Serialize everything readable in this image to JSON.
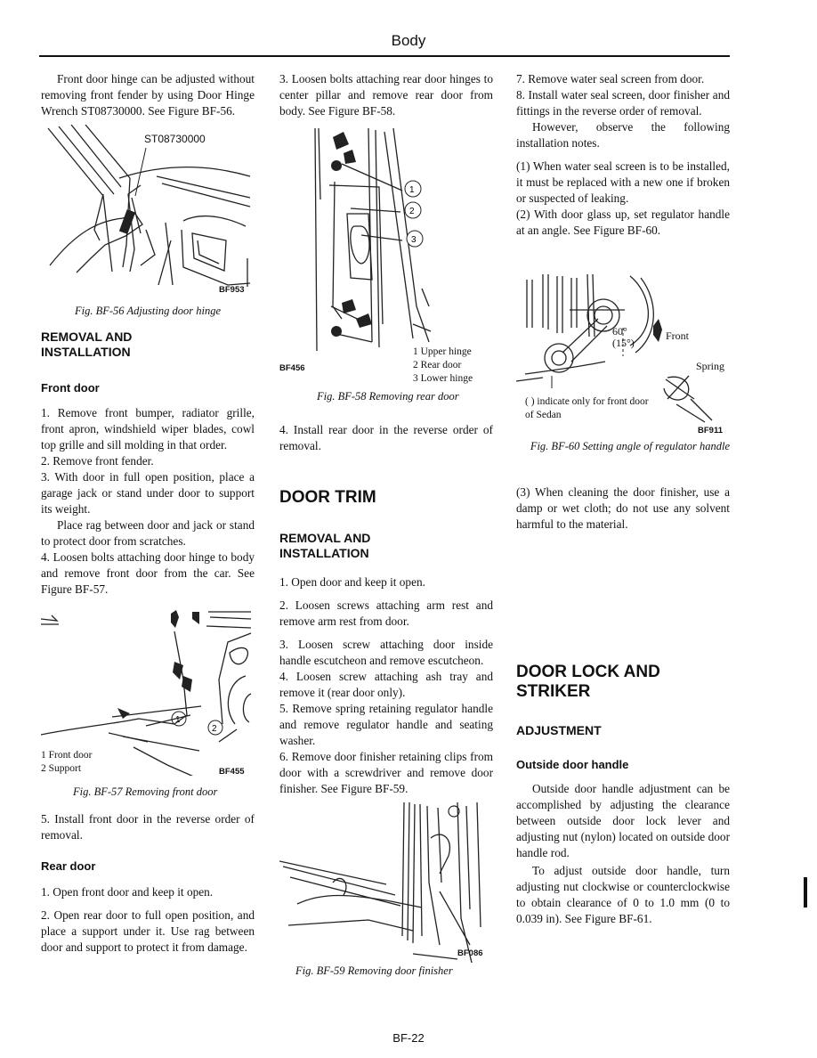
{
  "header": {
    "title": "Body",
    "page_number": "BF-22"
  },
  "col1": {
    "p1": "Front door hinge can be adjusted without removing front fender by using Door Hinge Wrench ST08730000. See Figure BF-56.",
    "fig56": {
      "tool_label": "ST08730000",
      "code": "BF953",
      "caption": "Fig. BF-56 Adjusting door hinge"
    },
    "heading": "REMOVAL AND INSTALLATION",
    "subheading": "Front door",
    "s1": "1. Remove front bumper, radiator grille, front apron, windshield wiper blades, cowl top grille and sill molding in that order.",
    "s2": "2. Remove front fender.",
    "s3": "3. With door in full open position, place a garage jack or stand under door to support its weight.",
    "s3b": "Place rag between door and jack or stand to protect door from scratches.",
    "s4": "4. Loosen bolts attaching door hinge to body and remove front door from the car. See Figure BF-57.",
    "fig57": {
      "legend1": "1 Front door",
      "legend2": "2 Support",
      "code": "BF455",
      "caption": "Fig. BF-57 Removing front door"
    },
    "s5": "5. Install front door in the reverse order of removal.",
    "subheading2": "Rear door",
    "r1": "1. Open front door and keep it open.",
    "r2": "2. Open rear door to full open position, and place a support under it. Use rag between door and support to protect it from damage."
  },
  "col2": {
    "s3": "3. Loosen bolts attaching rear door hinges to center pillar and remove rear door from body. See Figure BF-58.",
    "fig58": {
      "legend1": "1 Upper hinge",
      "legend2": "2 Rear door",
      "legend3": "3 Lower hinge",
      "code": "BF456",
      "caption": "Fig. BF-58 Removing rear door"
    },
    "s4": "4. Install rear door in the reverse order of removal.",
    "heading": "DOOR TRIM",
    "subheading": "REMOVAL AND INSTALLATION",
    "t1": "1. Open door and keep it open.",
    "t2": "2. Loosen screws attaching arm rest and remove arm rest from door.",
    "t3": "3. Loosen screw attaching door inside handle escutcheon and remove escutcheon.",
    "t4": "4. Loosen screw attaching ash tray and remove it (rear door only).",
    "t5": "5. Remove spring retaining regulator handle and remove regulator handle and seating washer.",
    "t6": "6. Remove door finisher retaining clips from door with a screwdriver and remove door finisher. See Figure BF-59.",
    "fig59": {
      "code": "BF086",
      "caption": "Fig. BF-59 Removing door finisher"
    }
  },
  "col3": {
    "s7": "7. Remove water seal screen from door.",
    "s8": "8. Install water seal screen, door finisher and fittings in the reverse order of removal.",
    "s8b": "However, observe the following installation notes.",
    "n1": "(1) When water seal screen is to be installed, it must be replaced with a new one if broken or suspected of leaking.",
    "n2": "(2) With door glass up, set regulator handle at an angle. See Figure BF-60.",
    "fig60": {
      "angle": "60°",
      "angle_sedan": "(15°)",
      "front_label": "Front",
      "spring_label": "Spring",
      "note": "( ) indicate only for front door of Sedan",
      "code": "BF911",
      "caption": "Fig. BF-60 Setting angle of regulator handle"
    },
    "n3": "(3) When cleaning the door finisher, use a damp or wet cloth; do not use any solvent harmful to the material.",
    "heading": "DOOR LOCK AND STRIKER",
    "subheading": "ADJUSTMENT",
    "subheading2": "Outside door handle",
    "o1": "Outside door handle adjustment can be accomplished by adjusting the clearance between outside door lock lever and adjusting nut (nylon) located on outside door handle rod.",
    "o2": "To adjust outside door handle, turn adjusting nut clockwise or counterclockwise to obtain clearance of 0 to 1.0 mm (0 to 0.039 in). See Figure BF-61."
  }
}
